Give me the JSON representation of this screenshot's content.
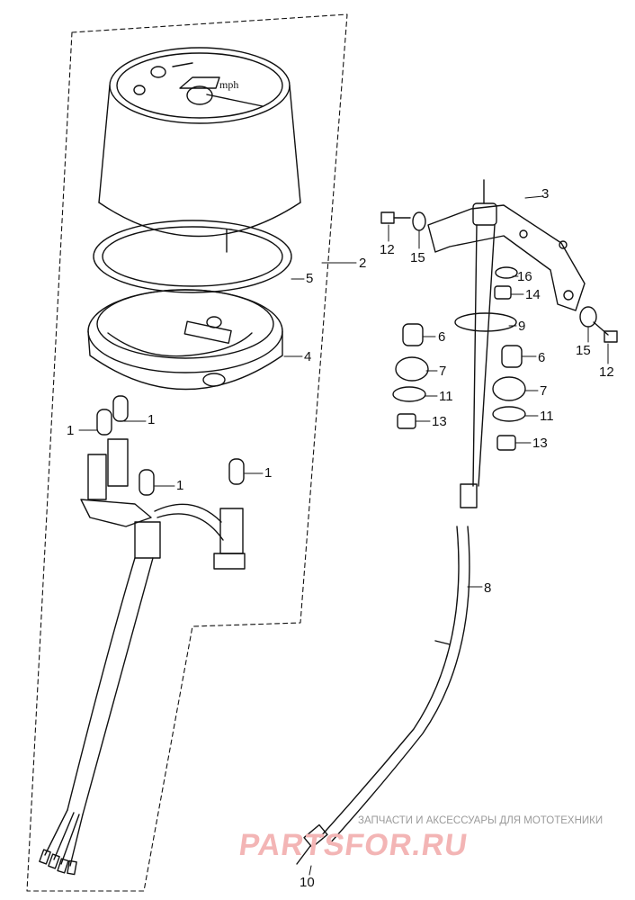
{
  "callouts": {
    "c1a": "1",
    "c1b": "1",
    "c1c": "1",
    "c1d": "1",
    "c2": "2",
    "c3": "3",
    "c4": "4",
    "c5": "5",
    "c6a": "6",
    "c6b": "6",
    "c7a": "7",
    "c7b": "7",
    "c8": "8",
    "c9": "9",
    "c10": "10",
    "c11a": "11",
    "c11b": "11",
    "c12a": "12",
    "c12b": "12",
    "c13a": "13",
    "c13b": "13",
    "c14": "14",
    "c15a": "15",
    "c15b": "15",
    "c16": "16"
  },
  "dial_text": "mph",
  "watermark": {
    "subtitle": "ЗАПЧАСТИ И АКСЕССУАРЫ ДЛЯ МОТОТЕХНИКИ",
    "logo": "PARTSFOR.RU"
  },
  "colors": {
    "line": "#111111",
    "watermark_logo": "#f3b5b5",
    "watermark_text": "#9a9a9a"
  }
}
